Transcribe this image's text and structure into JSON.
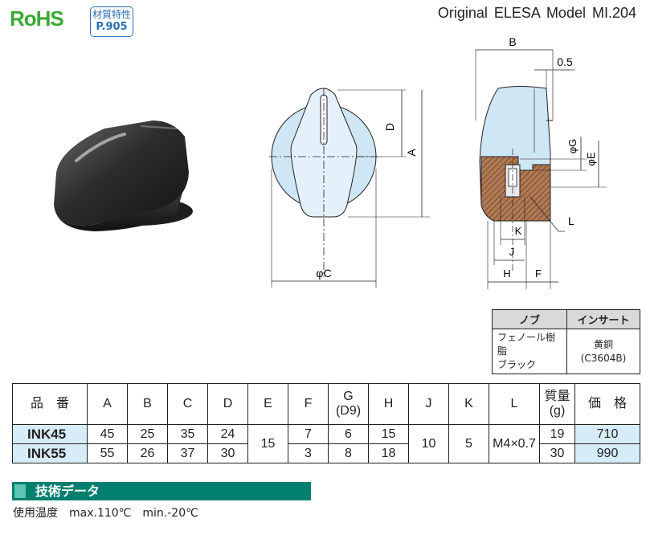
{
  "header": {
    "rohs_logo": "RoHS",
    "badge_line1": "材質特性",
    "badge_line2": "P.905",
    "title": "Original ELESA Model MI.204"
  },
  "drawing": {
    "dim_B": "B",
    "dim_05": "0.5",
    "dim_D": "D",
    "dim_A": "A",
    "dim_C": "φC",
    "dim_G": "φG",
    "dim_E": "φE",
    "dim_L": "L",
    "dim_K": "K",
    "dim_J": "J",
    "dim_H": "H",
    "dim_F": "F"
  },
  "materials": {
    "headers": [
      "ノブ",
      "インサート"
    ],
    "knob_lines": [
      "フェノール樹脂",
      "ブラック"
    ],
    "insert_lines": [
      "黄銅",
      "(C3604B)"
    ]
  },
  "spec_table": {
    "headers": {
      "code": "品　番",
      "A": "A",
      "B": "B",
      "C": "C",
      "D": "D",
      "E": "E",
      "F": "F",
      "G1": "G",
      "G2": "(D9)",
      "H": "H",
      "J": "J",
      "K": "K",
      "L": "L",
      "mass1": "質量",
      "mass2": "(g)",
      "price": "価　格"
    },
    "rows": [
      {
        "code": "INK45",
        "A": "45",
        "B": "25",
        "C": "35",
        "D": "24",
        "F": "7",
        "G": "6",
        "H": "15",
        "mass": "19",
        "price": "710"
      },
      {
        "code": "INK55",
        "A": "55",
        "B": "26",
        "C": "37",
        "D": "30",
        "F": "3",
        "G": "8",
        "H": "18",
        "mass": "30",
        "price": "990"
      }
    ],
    "shared": {
      "E": "15",
      "J": "10",
      "K": "5",
      "L": "M4×0.7"
    }
  },
  "technical": {
    "title": "技術データ",
    "text": "使用温度　max.110℃　min.-20℃"
  },
  "colors": {
    "rohs_green": "#3aa935",
    "badge_blue": "#2b6fb6",
    "section_teal": "#007f6f",
    "highlight_blue": "#d6ecf8",
    "drawing_fill": "#cfe6f5",
    "hatch_brown": "#8b5a3c"
  }
}
